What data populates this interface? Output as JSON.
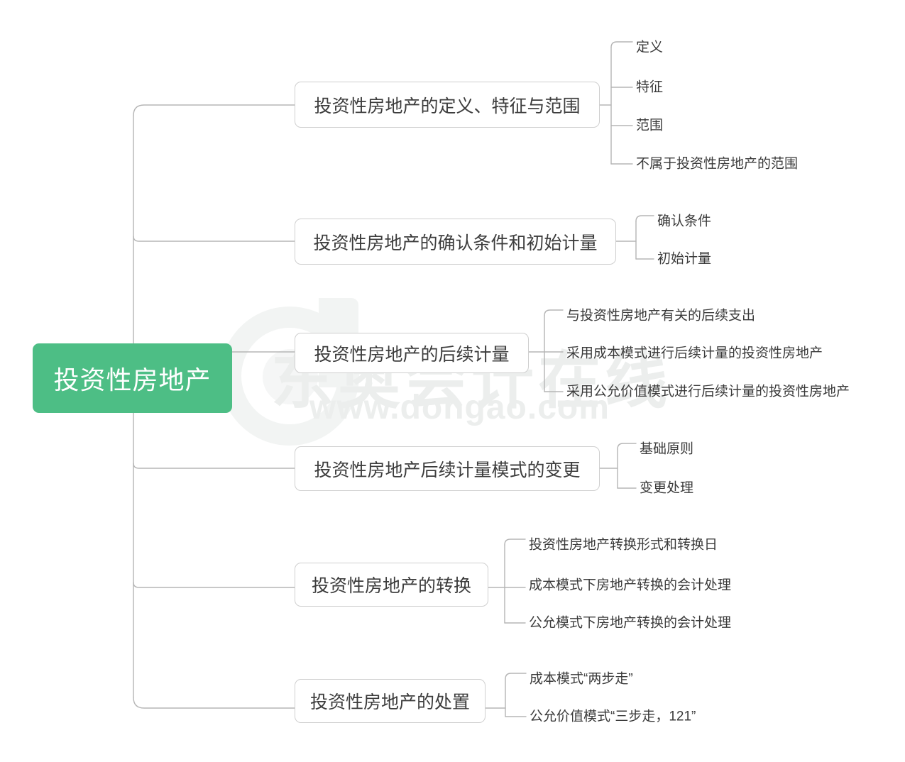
{
  "diagram": {
    "type": "mindmap",
    "title": "投资性房地产",
    "root": {
      "label": "投资性房地产",
      "color": "#4dbe85",
      "text_color": "#ffffff"
    },
    "branch_color": "#ffffff",
    "branch_border_color": "#cfcfcf",
    "line_color": "#b5b5b5",
    "branches": [
      {
        "label": "投资性房地产的定义、特征与范围",
        "leaves": [
          "定义",
          "特征",
          "范围",
          "不属于投资性房地产的范围"
        ]
      },
      {
        "label": "投资性房地产的确认条件和初始计量",
        "leaves": [
          "确认条件",
          "初始计量"
        ]
      },
      {
        "label": "投资性房地产的后续计量",
        "leaves": [
          "与投资性房地产有关的后续支出",
          "采用成本模式进行后续计量的投资性房地产",
          "采用公允价值模式进行后续计量的投资性房地产"
        ]
      },
      {
        "label": "投资性房地产后续计量模式的变更",
        "leaves": [
          "基础原则",
          "变更处理"
        ]
      },
      {
        "label": "投资性房地产的转换",
        "leaves": [
          "投资性房地产转换形式和转换日",
          "成本模式下房地产转换的会计处理",
          "公允模式下房地产转换的会计处理"
        ]
      },
      {
        "label": "投资性房地产的处置",
        "leaves": [
          "成本模式“两步走”",
          "公允价值模式“三步走，121”"
        ]
      }
    ]
  },
  "watermark": {
    "brand_cn": "东奥会计在线",
    "url": "www.dongao.com",
    "color": "#eceeed"
  }
}
